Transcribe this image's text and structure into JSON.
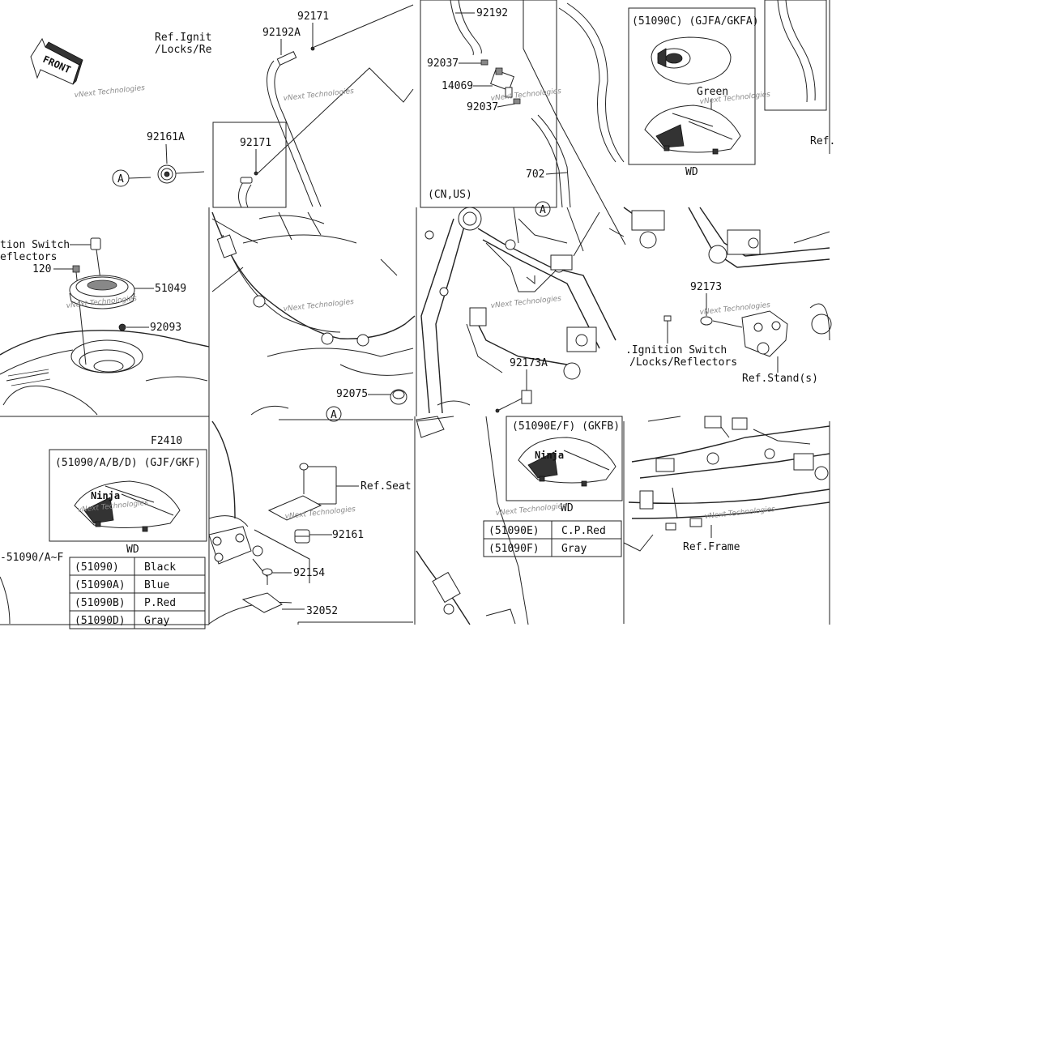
{
  "labels": {
    "p92171_top": "92171",
    "p92192A": "92192A",
    "ref_ign_1": "Ref.Ignit",
    "ref_ign_2": "/Locks/Re",
    "p92161A": "92161A",
    "circleA_1": "A",
    "p92171_mid": "92171",
    "ign_sw_1": "tion Switch",
    "ign_sw_2": "eflectors",
    "p120": "120",
    "p51049": "51049",
    "p92093": "92093",
    "p92075": "92075",
    "circleA_2": "A",
    "p92192": "92192",
    "p92037_a": "92037",
    "p14069": "14069",
    "p92037_b": "92037",
    "p702": "702",
    "cn_us": "(CN,US)",
    "box_c_title": "(51090C) (GJFA/GKFA)",
    "green": "Green",
    "wd_top": "WD",
    "ref_right": "Ref.",
    "circleA_3": "A",
    "p92173": "92173",
    "ign_sw_r1": ".Ignition Switch",
    "ign_sw_r2": "/Locks/Reflectors",
    "ref_stand": "Ref.Stand(s)",
    "p92173A": "92173A",
    "f2410": "F2410",
    "box_a_title": "(51090/A/B/D)  (GJF/GKF)",
    "wd_left": "WD",
    "p51090_af": "-51090/A~F",
    "ref_seat": "Ref.Seat",
    "p92161": "92161",
    "p92154": "92154",
    "p32052": "32052",
    "box_ef_title": "(51090E/F) (GKFB)",
    "wd_ef": "WD",
    "ref_frame": "Ref.Frame",
    "front_arrow": "FRONT"
  },
  "watermark": "vNext Technologies",
  "color_table_left": [
    {
      "code": "(51090)",
      "color": "Black"
    },
    {
      "code": "(51090A)",
      "color": "Blue"
    },
    {
      "code": "(51090B)",
      "color": "P.Red"
    },
    {
      "code": "(51090D)",
      "color": "Gray"
    }
  ],
  "color_table_right": [
    {
      "code": "(51090E)",
      "color": "C.P.Red"
    },
    {
      "code": "(51090F)",
      "color": "Gray"
    }
  ],
  "colors": {
    "line": "#222222",
    "watermark": "#8a8a8a",
    "background": "#ffffff"
  }
}
